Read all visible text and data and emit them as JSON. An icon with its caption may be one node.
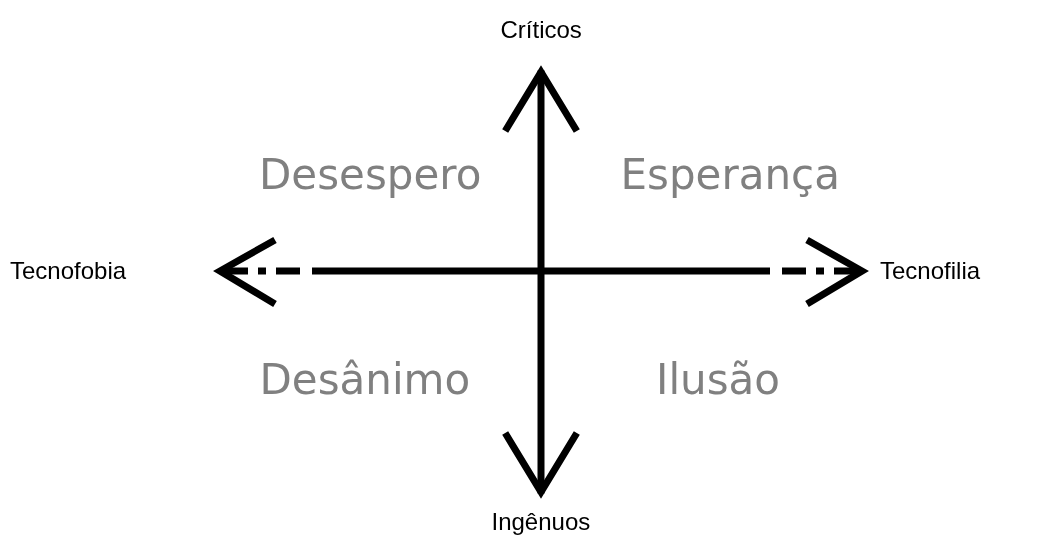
{
  "diagram": {
    "labels": [
      "Críticos",
      "Desespero",
      "Esperança",
      "Tecnofobia",
      "Tecnofilia",
      "Desânimo",
      "Ilusão",
      "Ingênuos"
    ]
  }
}
